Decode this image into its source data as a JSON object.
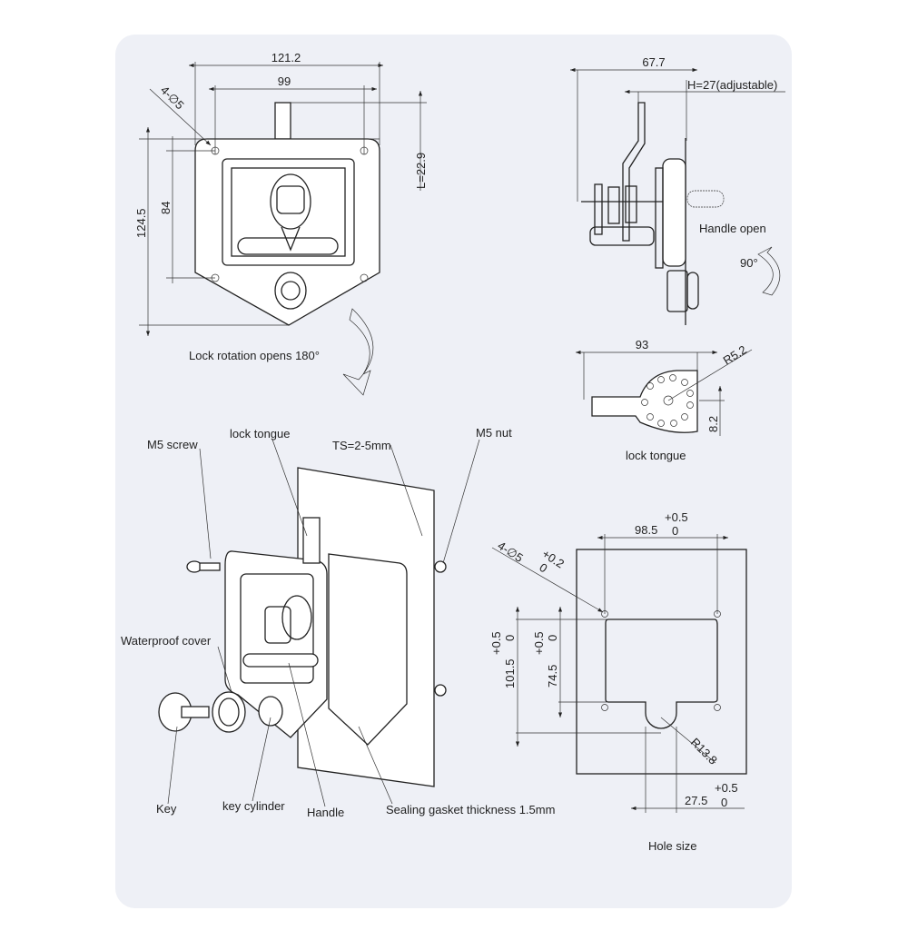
{
  "front_view": {
    "dim_width_outer": "121.2",
    "dim_width_holes": "99",
    "dim_holes": "4-∅5",
    "dim_tongue_length": "L=22.9",
    "dim_height_outer": "124.5",
    "dim_height_holes": "84",
    "caption": "Lock rotation opens 180°"
  },
  "side_view": {
    "dim_depth": "67.7",
    "dim_height": "H=27(adjustable)",
    "caption": "Handle open",
    "angle": "90°"
  },
  "lock_tongue_view": {
    "dim_length": "93",
    "dim_radius": "R5.2",
    "dim_offset": "8.2",
    "caption": "lock tongue"
  },
  "exploded_view": {
    "labels": {
      "m5_screw": "M5 screw",
      "lock_tongue": "lock tongue",
      "ts": "TS=2-5mm",
      "m5_nut": "M5 nut",
      "waterproof_cover": "Waterproof cover",
      "key": "Key",
      "key_cylinder": "key cylinder",
      "handle": "Handle",
      "gasket": "Sealing gasket thickness 1.5mm"
    }
  },
  "hole_size_view": {
    "dim_width": "98.5",
    "tol_width_upper": "+0.5",
    "tol_width_lower": "0",
    "dim_holes": "4-∅5",
    "tol_holes_upper": "+0.2",
    "tol_holes_lower": "0",
    "dim_height_outer": "101.5",
    "tol_height_outer_upper": "+0.5",
    "tol_height_outer_lower": "0",
    "dim_height_inner": "74.5",
    "tol_height_inner_upper": "+0.5",
    "tol_height_inner_lower": "0",
    "dim_radius": "R13.8",
    "dim_notch": "27.5",
    "tol_notch_upper": "+0.5",
    "tol_notch_lower": "0",
    "caption": "Hole size"
  }
}
